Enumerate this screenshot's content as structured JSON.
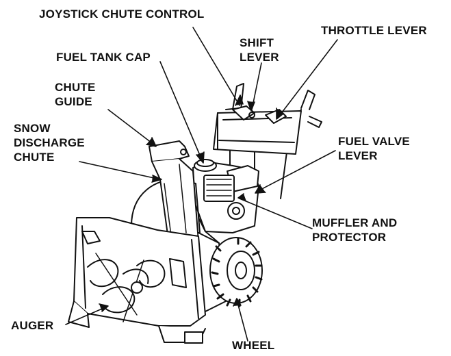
{
  "diagram": {
    "labels": {
      "joystick_chute_control": "JOYSTICK CHUTE CONTROL",
      "shift_lever": [
        "SHIFT",
        "LEVER"
      ],
      "throttle_lever": "THROTTLE LEVER",
      "fuel_tank_cap": "FUEL TANK CAP",
      "chute_guide": [
        "CHUTE",
        "GUIDE"
      ],
      "snow_discharge_chute": [
        "SNOW",
        "DISCHARGE",
        "CHUTE"
      ],
      "fuel_valve_lever": [
        "FUEL VALVE",
        "LEVER"
      ],
      "muffler_and_protector": [
        "MUFFLER AND",
        "PROTECTOR"
      ],
      "auger": "AUGER",
      "wheel": "WHEEL"
    },
    "colors": {
      "ink": "#111111",
      "background": "#ffffff",
      "fill": "#ffffff"
    }
  }
}
